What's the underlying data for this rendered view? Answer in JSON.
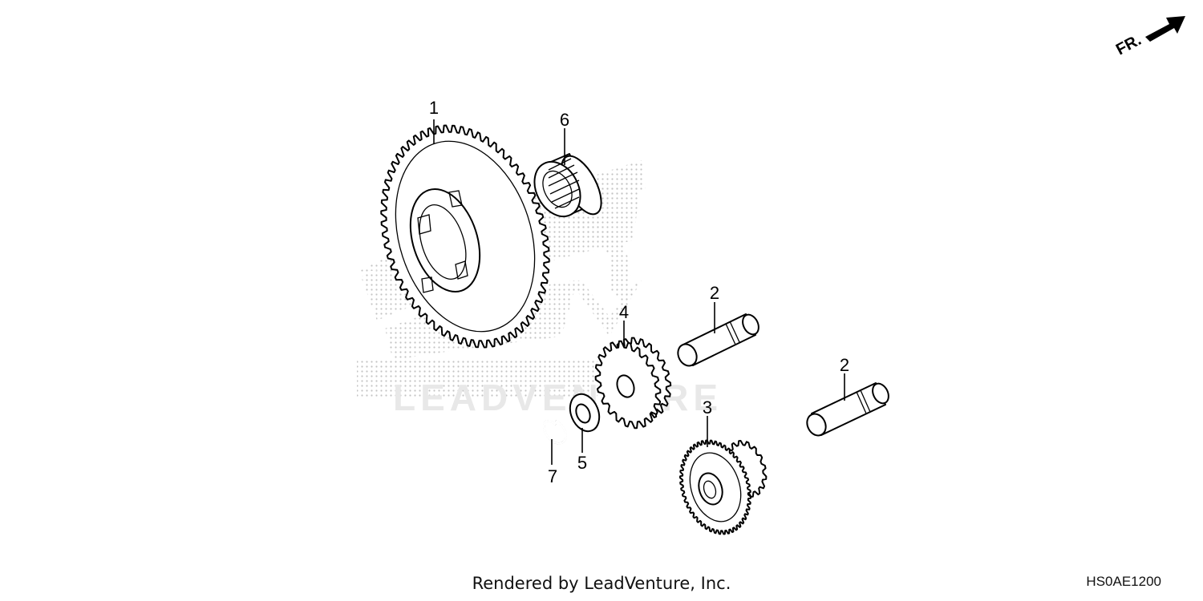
{
  "front_indicator": {
    "label": "FR."
  },
  "footer": {
    "credit": "Rendered by LeadVenture, Inc.",
    "diagram_code": "HS0AE1200"
  },
  "callouts": [
    {
      "key": "p1",
      "text": "1"
    },
    {
      "key": "p2a",
      "text": "2"
    },
    {
      "key": "p2b",
      "text": "2"
    },
    {
      "key": "p3",
      "text": "3"
    },
    {
      "key": "p4",
      "text": "4"
    },
    {
      "key": "p5",
      "text": "5"
    },
    {
      "key": "p6",
      "text": "6"
    },
    {
      "key": "p7",
      "text": "7"
    }
  ],
  "colors": {
    "line": "#000000",
    "background": "#ffffff",
    "watermark": "#d8d8d8"
  },
  "watermark": {
    "logo": "honda-wing-logo",
    "brand": "LEADVENTURE"
  }
}
